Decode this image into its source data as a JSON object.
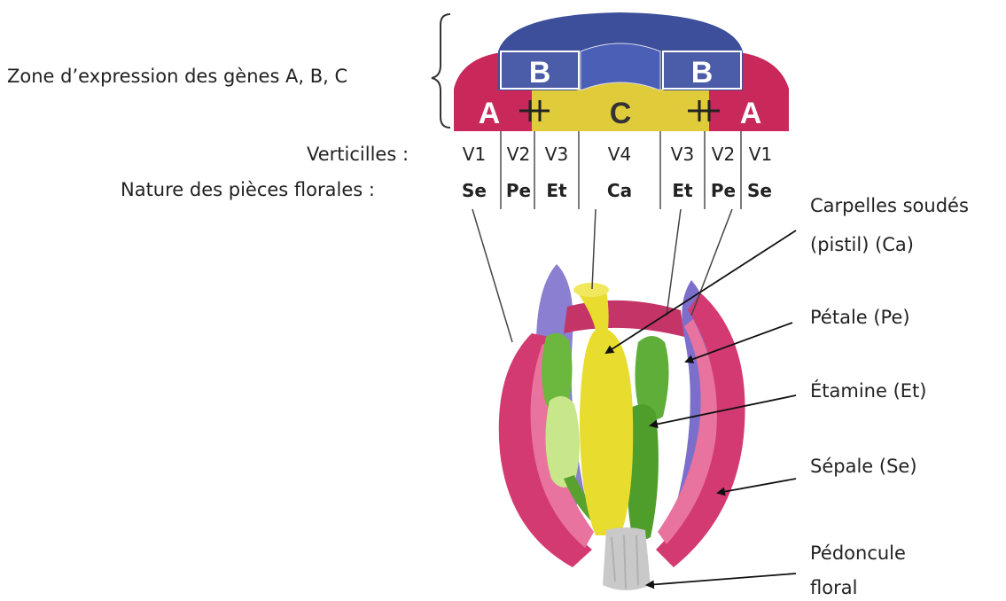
{
  "zone_label": "Zone d’expression des gènes A, B, C",
  "gene_zones": {
    "left_a": "A",
    "left_b": "B",
    "center_c": "C",
    "right_b": "B",
    "right_a": "A"
  },
  "verticilles": {
    "label": "Verticilles :",
    "cells": [
      "V1",
      "V2",
      "V3",
      "V4",
      "V3",
      "V2",
      "V1"
    ]
  },
  "nature": {
    "label": "Nature des pièces florales :",
    "cells": [
      "Se",
      "Pe",
      "Et",
      "Ca",
      "Et",
      "Pe",
      "Se"
    ]
  },
  "callouts": {
    "carpelles": [
      "Carpelles soudés",
      "(pistil) (Ca)"
    ],
    "petale": "Pétale (Pe)",
    "etamine": "Étamine (Et)",
    "sepale": "Sépale (Se)",
    "pedoncule": [
      "Pédoncule",
      "floral"
    ]
  },
  "colors": {
    "gene_a": "#c8285a",
    "gene_b": "#3d4f9a",
    "gene_c": "#e0cc3a",
    "sepal": "#d43a72",
    "petal": "#8a7fd0",
    "stamen": "#5fae3a",
    "pistil": "#e8dc2e",
    "peduncle": "#c9c9c9"
  }
}
